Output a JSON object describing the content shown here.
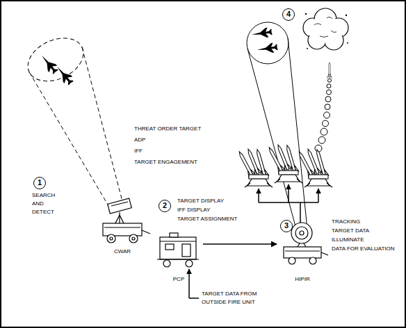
{
  "diagram": {
    "nodes": [
      {
        "text": [
          "CWAR"
        ]
      },
      {
        "text": [
          "PCP"
        ]
      },
      {
        "text": [
          "HIPIR"
        ]
      }
    ],
    "edges": [
      {
        "from": 1,
        "to": 2,
        "arrow": "to"
      }
    ],
    "labels": [
      "THREAT ORDER TARGET",
      "ADP",
      "IFF",
      "TARGET ENGAGEMENT",
      "1",
      "SEARCH AND DETECT",
      "2",
      "TARGET DISPLAY",
      "IFF DISPLAY",
      "TARGET ASSIGNMENT",
      "3",
      "TRACKING",
      "TARGET DATA",
      "ILLUMINATE",
      "DATA FOR EVALUATION",
      "4",
      "TARGET DATA FROM OUTSIDE FIRE UNIT"
    ]
  }
}
